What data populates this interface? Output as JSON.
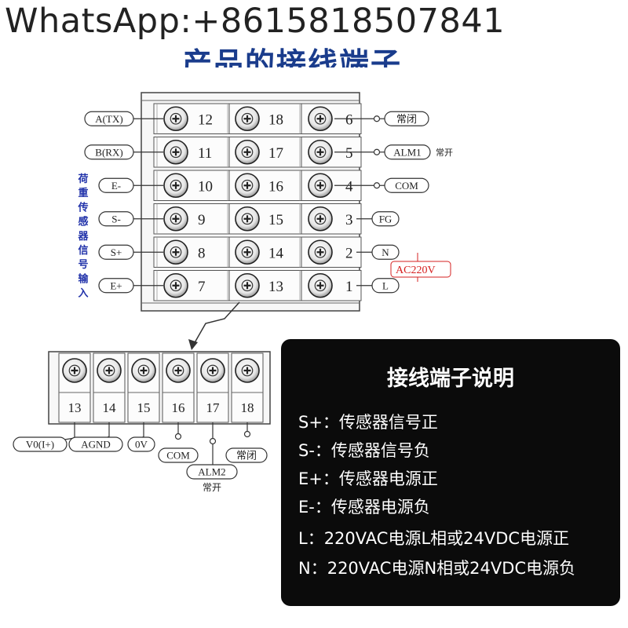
{
  "watermark": "WhatsApp:+8615818507841",
  "heading": "产品的接线端子",
  "colors": {
    "heading": "#1a3c8c",
    "load_cell_label": "#2233aa",
    "ac220v": "#d62020",
    "panel_bg": "#0b0b0b"
  },
  "top_block": {
    "rows": [
      {
        "left_label": "A(TX)",
        "terminals": [
          "12",
          "18",
          "6"
        ],
        "right_label": "常闭"
      },
      {
        "left_label": "B(RX)",
        "terminals": [
          "11",
          "17",
          "5"
        ],
        "right_label": "ALM1",
        "right_note": "常开"
      },
      {
        "left_label": "E-",
        "terminals": [
          "10",
          "16",
          "4"
        ],
        "right_label": "COM"
      },
      {
        "left_label": "S-",
        "terminals": [
          "9",
          "15",
          "3"
        ],
        "right_label": "FG"
      },
      {
        "left_label": "S+",
        "terminals": [
          "8",
          "14",
          "2"
        ],
        "right_label": "N"
      },
      {
        "left_label": "E+",
        "terminals": [
          "7",
          "13",
          "1"
        ],
        "right_label": "L"
      }
    ],
    "load_cell_input_label": [
      "荷",
      "重",
      "传",
      "感",
      "器",
      "信",
      "号",
      "输",
      "入"
    ],
    "ac_label": "AC220V"
  },
  "bottom_block": {
    "terminals": [
      "13",
      "14",
      "15",
      "16",
      "17",
      "18"
    ],
    "labels": {
      "t13": "V0(I+)",
      "t14": "AGND",
      "t15": "0V",
      "t16": "COM",
      "t17": "ALM2",
      "t17_note": "常开",
      "t18": "常闭"
    }
  },
  "info": {
    "title": "接线端子说明",
    "lines": [
      "S+：传感器信号正",
      "S-：传感器信号负",
      "E+：传感器电源正",
      "E-：传感器电源负",
      "L：220VAC电源L相或24VDC电源正",
      "N：220VAC电源N相或24VDC电源负"
    ]
  }
}
